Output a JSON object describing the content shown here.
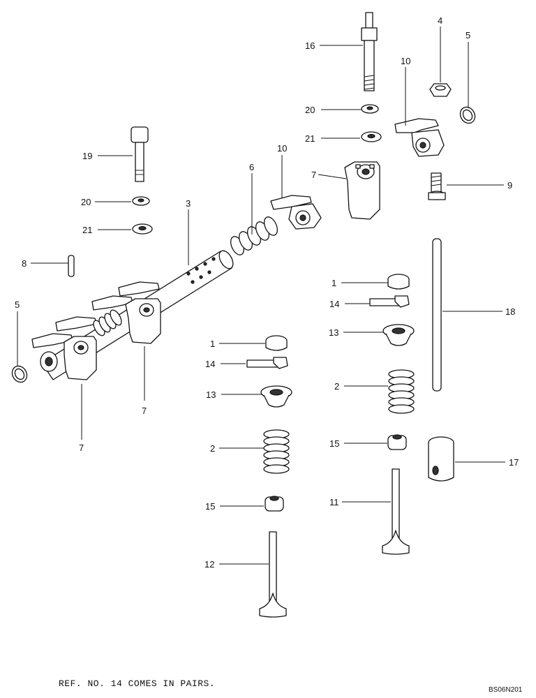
{
  "diagram": {
    "callouts": [
      "16",
      "4",
      "5",
      "10",
      "20",
      "21",
      "19",
      "7",
      "9",
      "6",
      "3",
      "10",
      "20",
      "21",
      "8",
      "1",
      "14",
      "18",
      "5",
      "13",
      "1",
      "14",
      "13",
      "7",
      "2",
      "7",
      "2",
      "15",
      "17",
      "15",
      "11",
      "12"
    ]
  },
  "footer": {
    "note": "REF. NO. 14 COMES IN PAIRS.",
    "drawing_code": "BS06N201"
  }
}
